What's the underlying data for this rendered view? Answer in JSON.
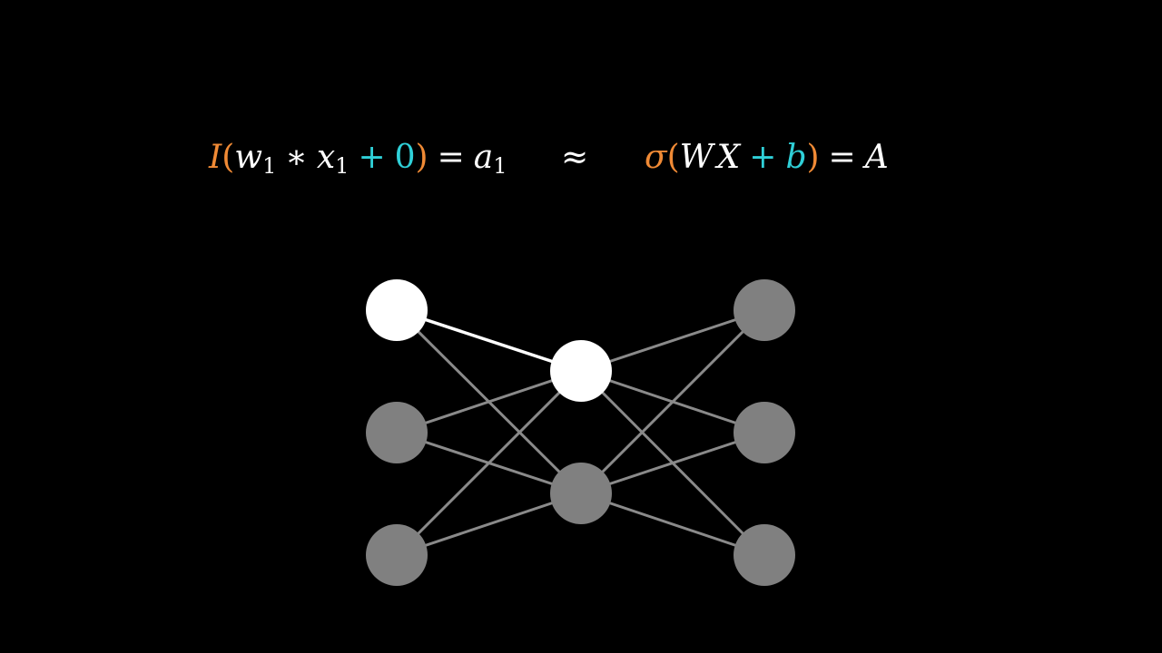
{
  "equation_left": {
    "I": "I",
    "open": "(",
    "w": "w",
    "w_sub": "1",
    "times": "∗",
    "x": "x",
    "x_sub": "1",
    "plus": "+",
    "zero": "0",
    "close": ")",
    "eq": "=",
    "a": "a",
    "a_sub": "1"
  },
  "approx": "≈",
  "equation_right": {
    "sigma": "σ",
    "open": "(",
    "W": "W",
    "X": "X",
    "plus": "+",
    "b": "b",
    "close": ")",
    "eq": "=",
    "A": "A"
  },
  "colors": {
    "background": "#000000",
    "text": "#ffffff",
    "orange": "#f08a35",
    "cyan": "#2fd0d8",
    "active_node": "#ffffff",
    "inactive_node": "#808080",
    "inactive_edge": "#8a8a8a",
    "active_edge": "#ffffff"
  },
  "network": {
    "layers": [
      {
        "name": "input",
        "nodes": [
          {
            "id": "i1",
            "active": true
          },
          {
            "id": "i2",
            "active": false
          },
          {
            "id": "i3",
            "active": false
          }
        ]
      },
      {
        "name": "hidden",
        "nodes": [
          {
            "id": "h1",
            "active": true
          },
          {
            "id": "h2",
            "active": false
          }
        ]
      },
      {
        "name": "output",
        "nodes": [
          {
            "id": "o1",
            "active": false
          },
          {
            "id": "o2",
            "active": false
          },
          {
            "id": "o3",
            "active": false
          }
        ]
      }
    ],
    "highlighted_edge": [
      "i1",
      "h1"
    ]
  }
}
